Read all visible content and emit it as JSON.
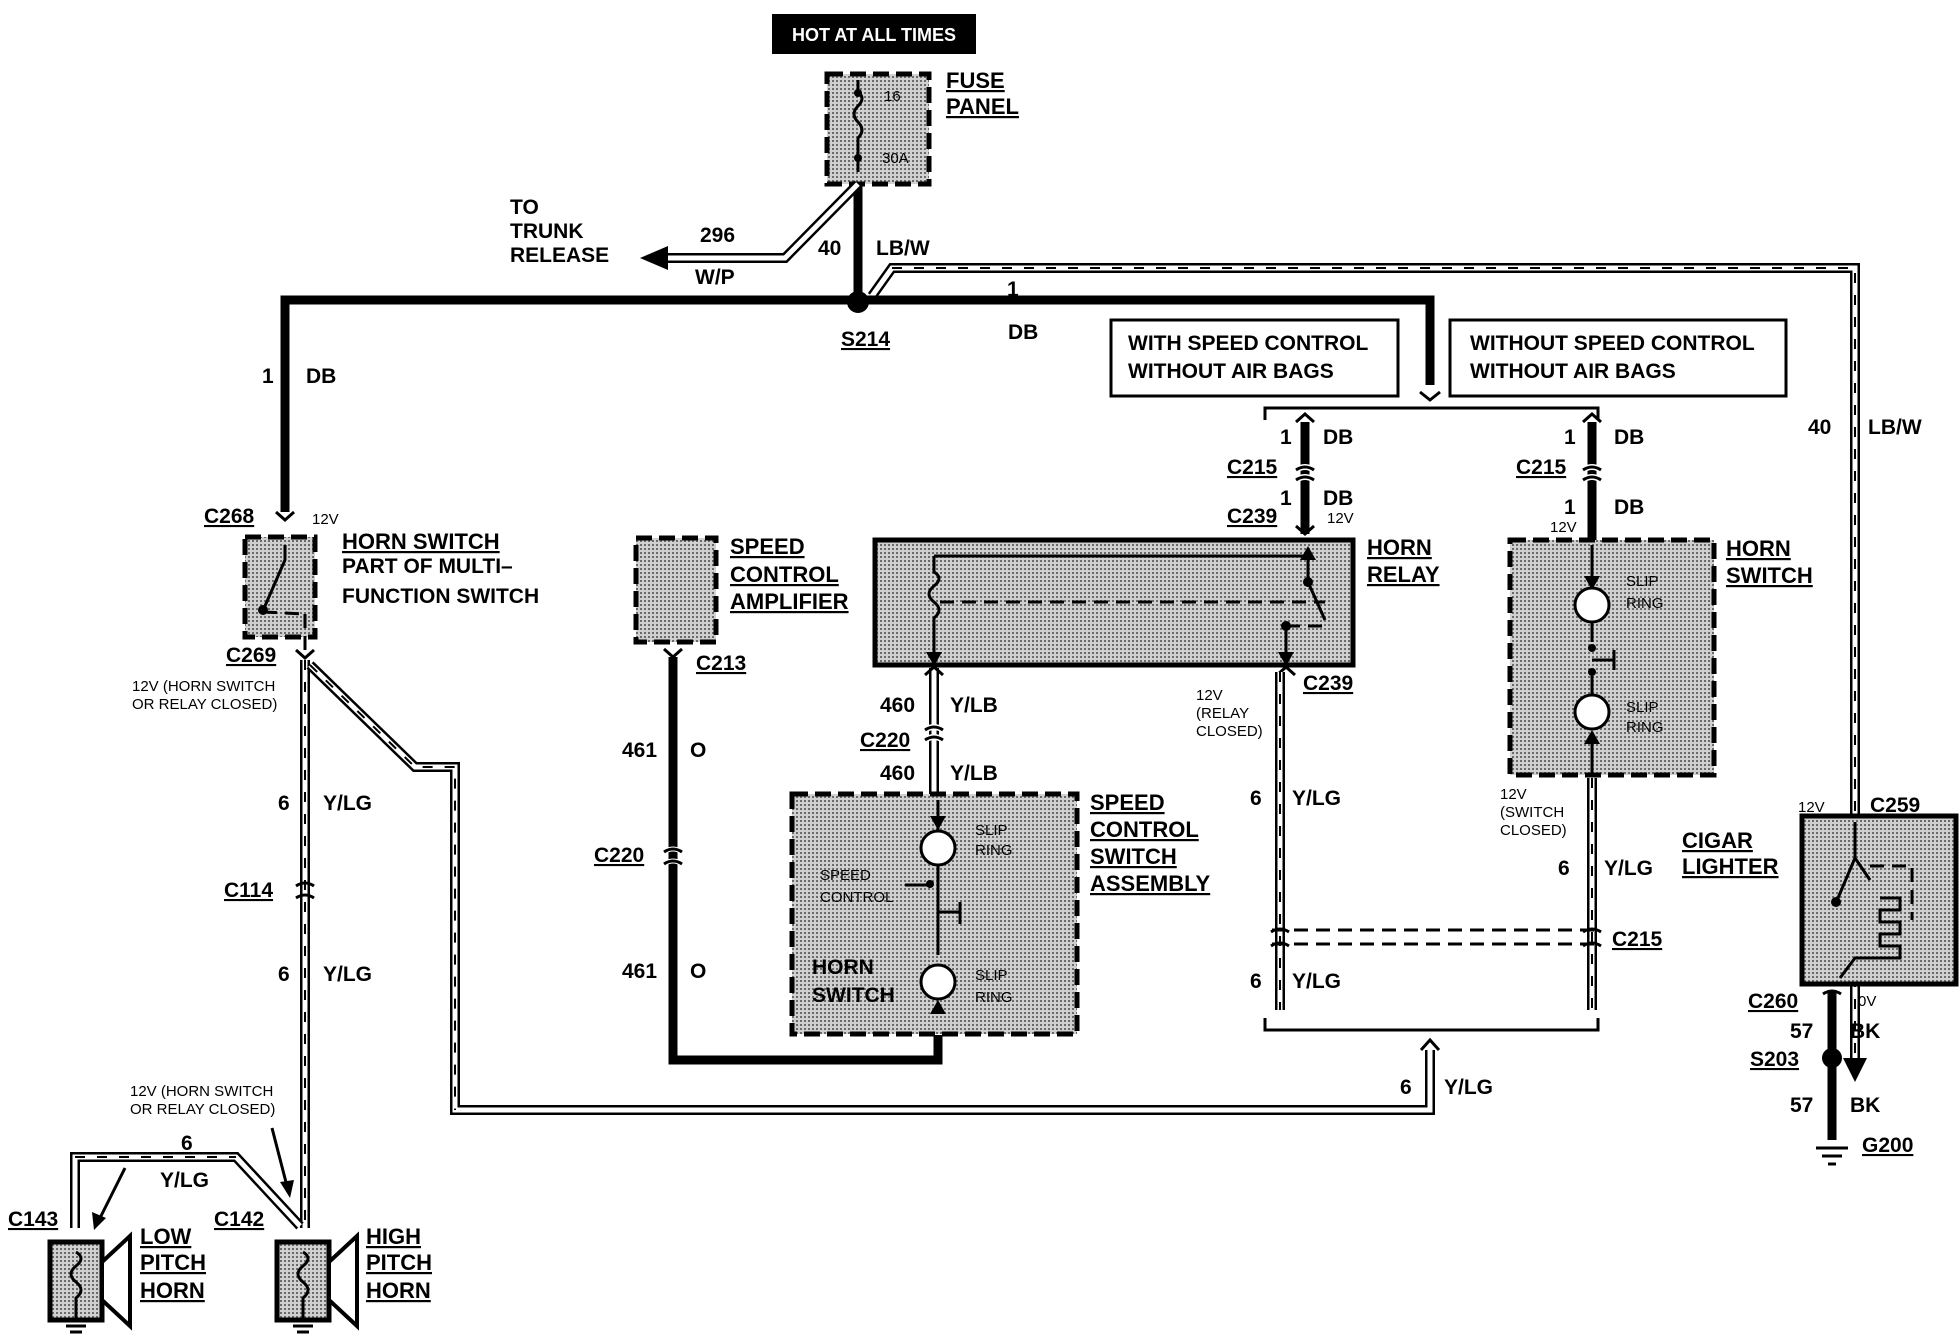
{
  "labels": {
    "hot_at_all_times": "HOT AT ALL TIMES",
    "fuse_panel_1": "FUSE",
    "fuse_panel_2": "PANEL",
    "fuse_num": "16",
    "fuse_amp": "30A",
    "to_trunk_1": "TO",
    "to_trunk_2": "TRUNK",
    "to_trunk_3": "RELEASE",
    "w296": "296",
    "wp": "W/P",
    "w40a": "40",
    "lbw_a": "LB/W",
    "w1_a": "1",
    "db_a": "DB",
    "s214": "S214",
    "w1_left": "1",
    "db_left": "DB",
    "with_speed_1": "WITH SPEED CONTROL",
    "with_speed_2": "WITHOUT AIR BAGS",
    "without_speed_1": "WITHOUT SPEED CONTROL",
    "without_speed_2": "WITHOUT AIR BAGS",
    "w40_right": "40",
    "lbw_right": "LB/W",
    "c268": "C268",
    "v12_c268": "12V",
    "horn_switch_l_1": "HORN SWITCH",
    "horn_switch_l_2": "PART OF MULTI–",
    "horn_switch_l_3": "FUNCTION SWITCH",
    "c269": "C269",
    "note_12v_1": "12V (HORN  SWITCH",
    "note_12v_2": "OR RELAY CLOSED)",
    "w6_a": "6",
    "ylg_a": "Y/LG",
    "c114": "C114",
    "w6_b": "6",
    "ylg_b": "Y/LG",
    "note2_12v_1": "12V (HORN  SWITCH",
    "note2_12v_2": "OR RELAY CLOSED)",
    "w6_c": "6",
    "ylg_c": "Y/LG",
    "c143": "C143",
    "c142": "C142",
    "low_1": "LOW",
    "low_2": "PITCH",
    "low_3": "HORN",
    "high_1": "HIGH",
    "high_2": "PITCH",
    "high_3": "HORN",
    "sca_1": "SPEED",
    "sca_2": "CONTROL",
    "sca_3": "AMPLIFIER",
    "c213": "C213",
    "w461_a": "461",
    "o_a": "O",
    "c220_a": "C220",
    "w461_b": "461",
    "o_b": "O",
    "w460_a": "460",
    "ylb_a": "Y/LB",
    "c220_b": "C220",
    "w460_b": "460",
    "ylb_b": "Y/LB",
    "scsa_1": "SPEED",
    "scsa_2": "CONTROL",
    "scsa_3": "SWITCH",
    "scsa_4": "ASSEMBLY",
    "slip_ring_a1": "SLIP",
    "slip_ring_a2": "RING",
    "speed_ctl_1": "SPEED",
    "speed_ctl_2": "CONTROL",
    "horn_sw_in_1": "HORN",
    "horn_sw_in_2": "SWITCH",
    "slip_ring_b1": "SLIP",
    "slip_ring_b2": "RING",
    "w1_b": "1",
    "db_b": "DB",
    "c215_a": "C215",
    "w1_c": "1",
    "db_c": "DB",
    "c239_a": "C239",
    "v12_relay": "12V",
    "horn_relay_1": "HORN",
    "horn_relay_2": "RELAY",
    "c239_b": "C239",
    "relay_note_1": "12V",
    "relay_note_2": "(RELAY",
    "relay_note_3": "CLOSED)",
    "w6_d": "6",
    "ylg_d": "Y/LG",
    "w6_e": "6",
    "ylg_e": "Y/LG",
    "w6_f": "6",
    "ylg_f": "Y/LG",
    "w1_d": "1",
    "db_d": "DB",
    "c215_b": "C215",
    "w1_e": "1",
    "db_e": "DB",
    "v12_hs": "12V",
    "horn_switch_r_1": "HORN",
    "horn_switch_r_2": "SWITCH",
    "slip_ring_c1": "SLIP",
    "slip_ring_c2": "RING",
    "slip_ring_d1": "SLIP",
    "slip_ring_d2": "RING",
    "sw_note_1": "12V",
    "sw_note_2": "(SWITCH",
    "sw_note_3": "CLOSED)",
    "w6_g": "6",
    "ylg_g": "Y/LG",
    "c215_c": "C215",
    "v12_cig": "12V",
    "c259": "C259",
    "cigar_1": "CIGAR",
    "cigar_2": "LIGHTER",
    "c260": "C260",
    "v0": "0V",
    "w57_a": "57",
    "bk_a": "BK",
    "s203": "S203",
    "w57_b": "57",
    "bk_b": "BK",
    "g200": "G200"
  }
}
